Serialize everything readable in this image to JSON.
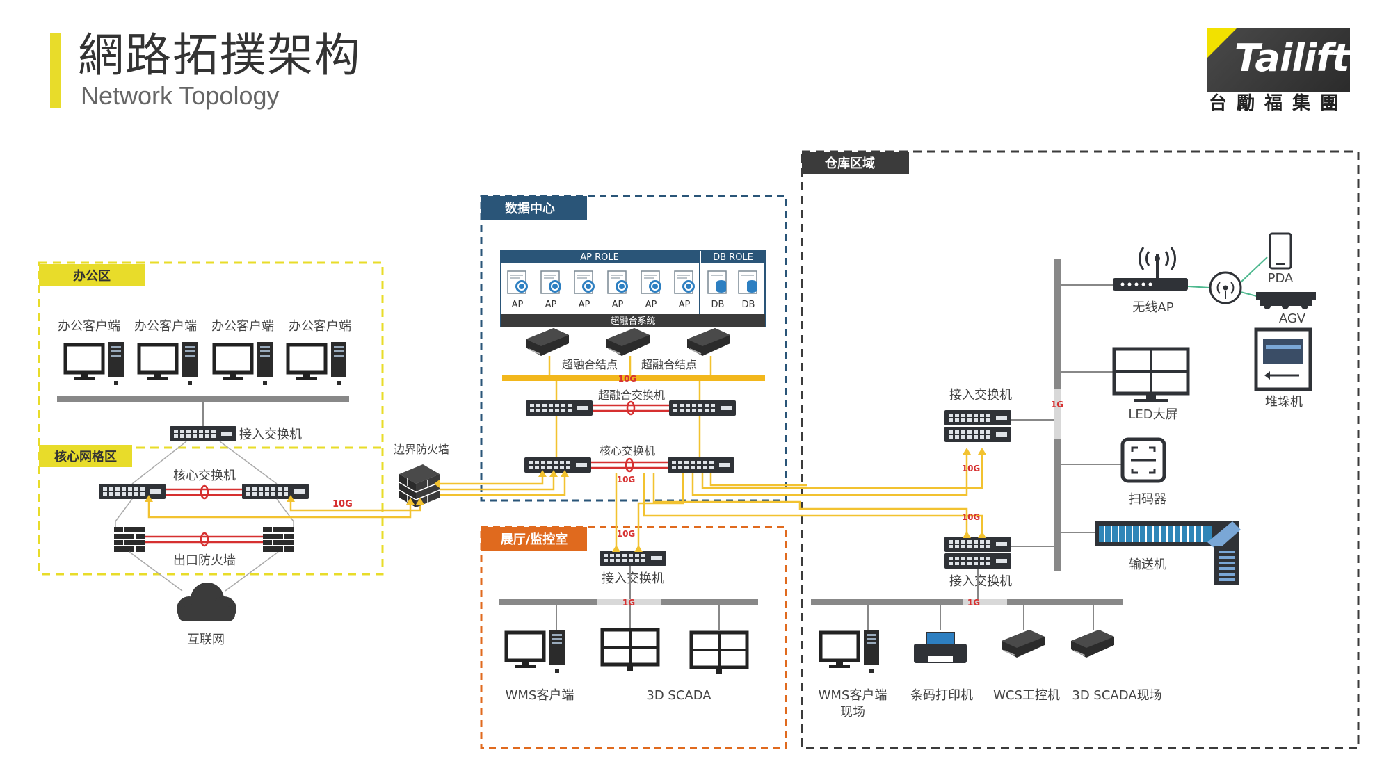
{
  "header": {
    "title_zh": "網路拓撲架构",
    "title_en": "Network Topology"
  },
  "logo": {
    "brand": "Tailift",
    "subtitle": "台勵福集團"
  },
  "colors": {
    "accent_yellow": "#e8dc2a",
    "link_yellow": "#f2c230",
    "redundancy_red": "#d63030",
    "datacenter_blue": "#2a5578",
    "showroom_orange": "#e06a1e",
    "warehouse_dark": "#3b3b3b",
    "bus_gray": "#888888"
  },
  "zones": {
    "office": "办公区",
    "core": "核心网格区",
    "datacenter": "数据中心",
    "showroom": "展厅/监控室",
    "warehouse": "仓库区域"
  },
  "office": {
    "clients": [
      "办公客户端",
      "办公客户端",
      "办公客户端",
      "办公客户端"
    ],
    "access_switch": "接入交换机"
  },
  "core": {
    "core_switch": "核心交换机",
    "exit_firewall": "出口防火墙",
    "internet": "互联网",
    "link_speed": "10G"
  },
  "border_firewall": "边界防火墙",
  "datacenter": {
    "ap_role": "AP ROLE",
    "db_role": "DB ROLE",
    "ap_nodes": [
      "AP",
      "AP",
      "AP",
      "AP",
      "AP",
      "AP"
    ],
    "db_nodes": [
      "DB",
      "DB"
    ],
    "hci_system": "超融合系统",
    "hci_node_1": "超融合结点",
    "hci_node_2": "超融合结点",
    "hci_switch": "超融合交换机",
    "core_switch": "核心交换机",
    "speed_top": "10G",
    "speed_bottom": "10G"
  },
  "showroom": {
    "uplink_speed": "10G",
    "access_switch": "接入交换机",
    "bus_speed": "1G",
    "wms_client": "WMS客户端",
    "scada": "3D SCADA"
  },
  "warehouse": {
    "upper_switch": "接入交换机",
    "upper_uplink_speed": "10G",
    "inter_switch_speed": "10G",
    "lower_switch": "接入交换机",
    "vertical_bus_speed": "1G",
    "lower_bus_speed": "1G",
    "wireless_ap": "无线AP",
    "pda": "PDA",
    "agv": "AGV",
    "led_screen": "LED大屏",
    "stacker": "堆垛机",
    "scanner": "扫码器",
    "conveyor": "输送机",
    "wms_field_client_line1": "WMS客户端",
    "wms_field_client_line2": "现场",
    "barcode_printer": "条码打印机",
    "wcs_controller": "WCS工控机",
    "scada_field": "3D SCADA现场"
  }
}
